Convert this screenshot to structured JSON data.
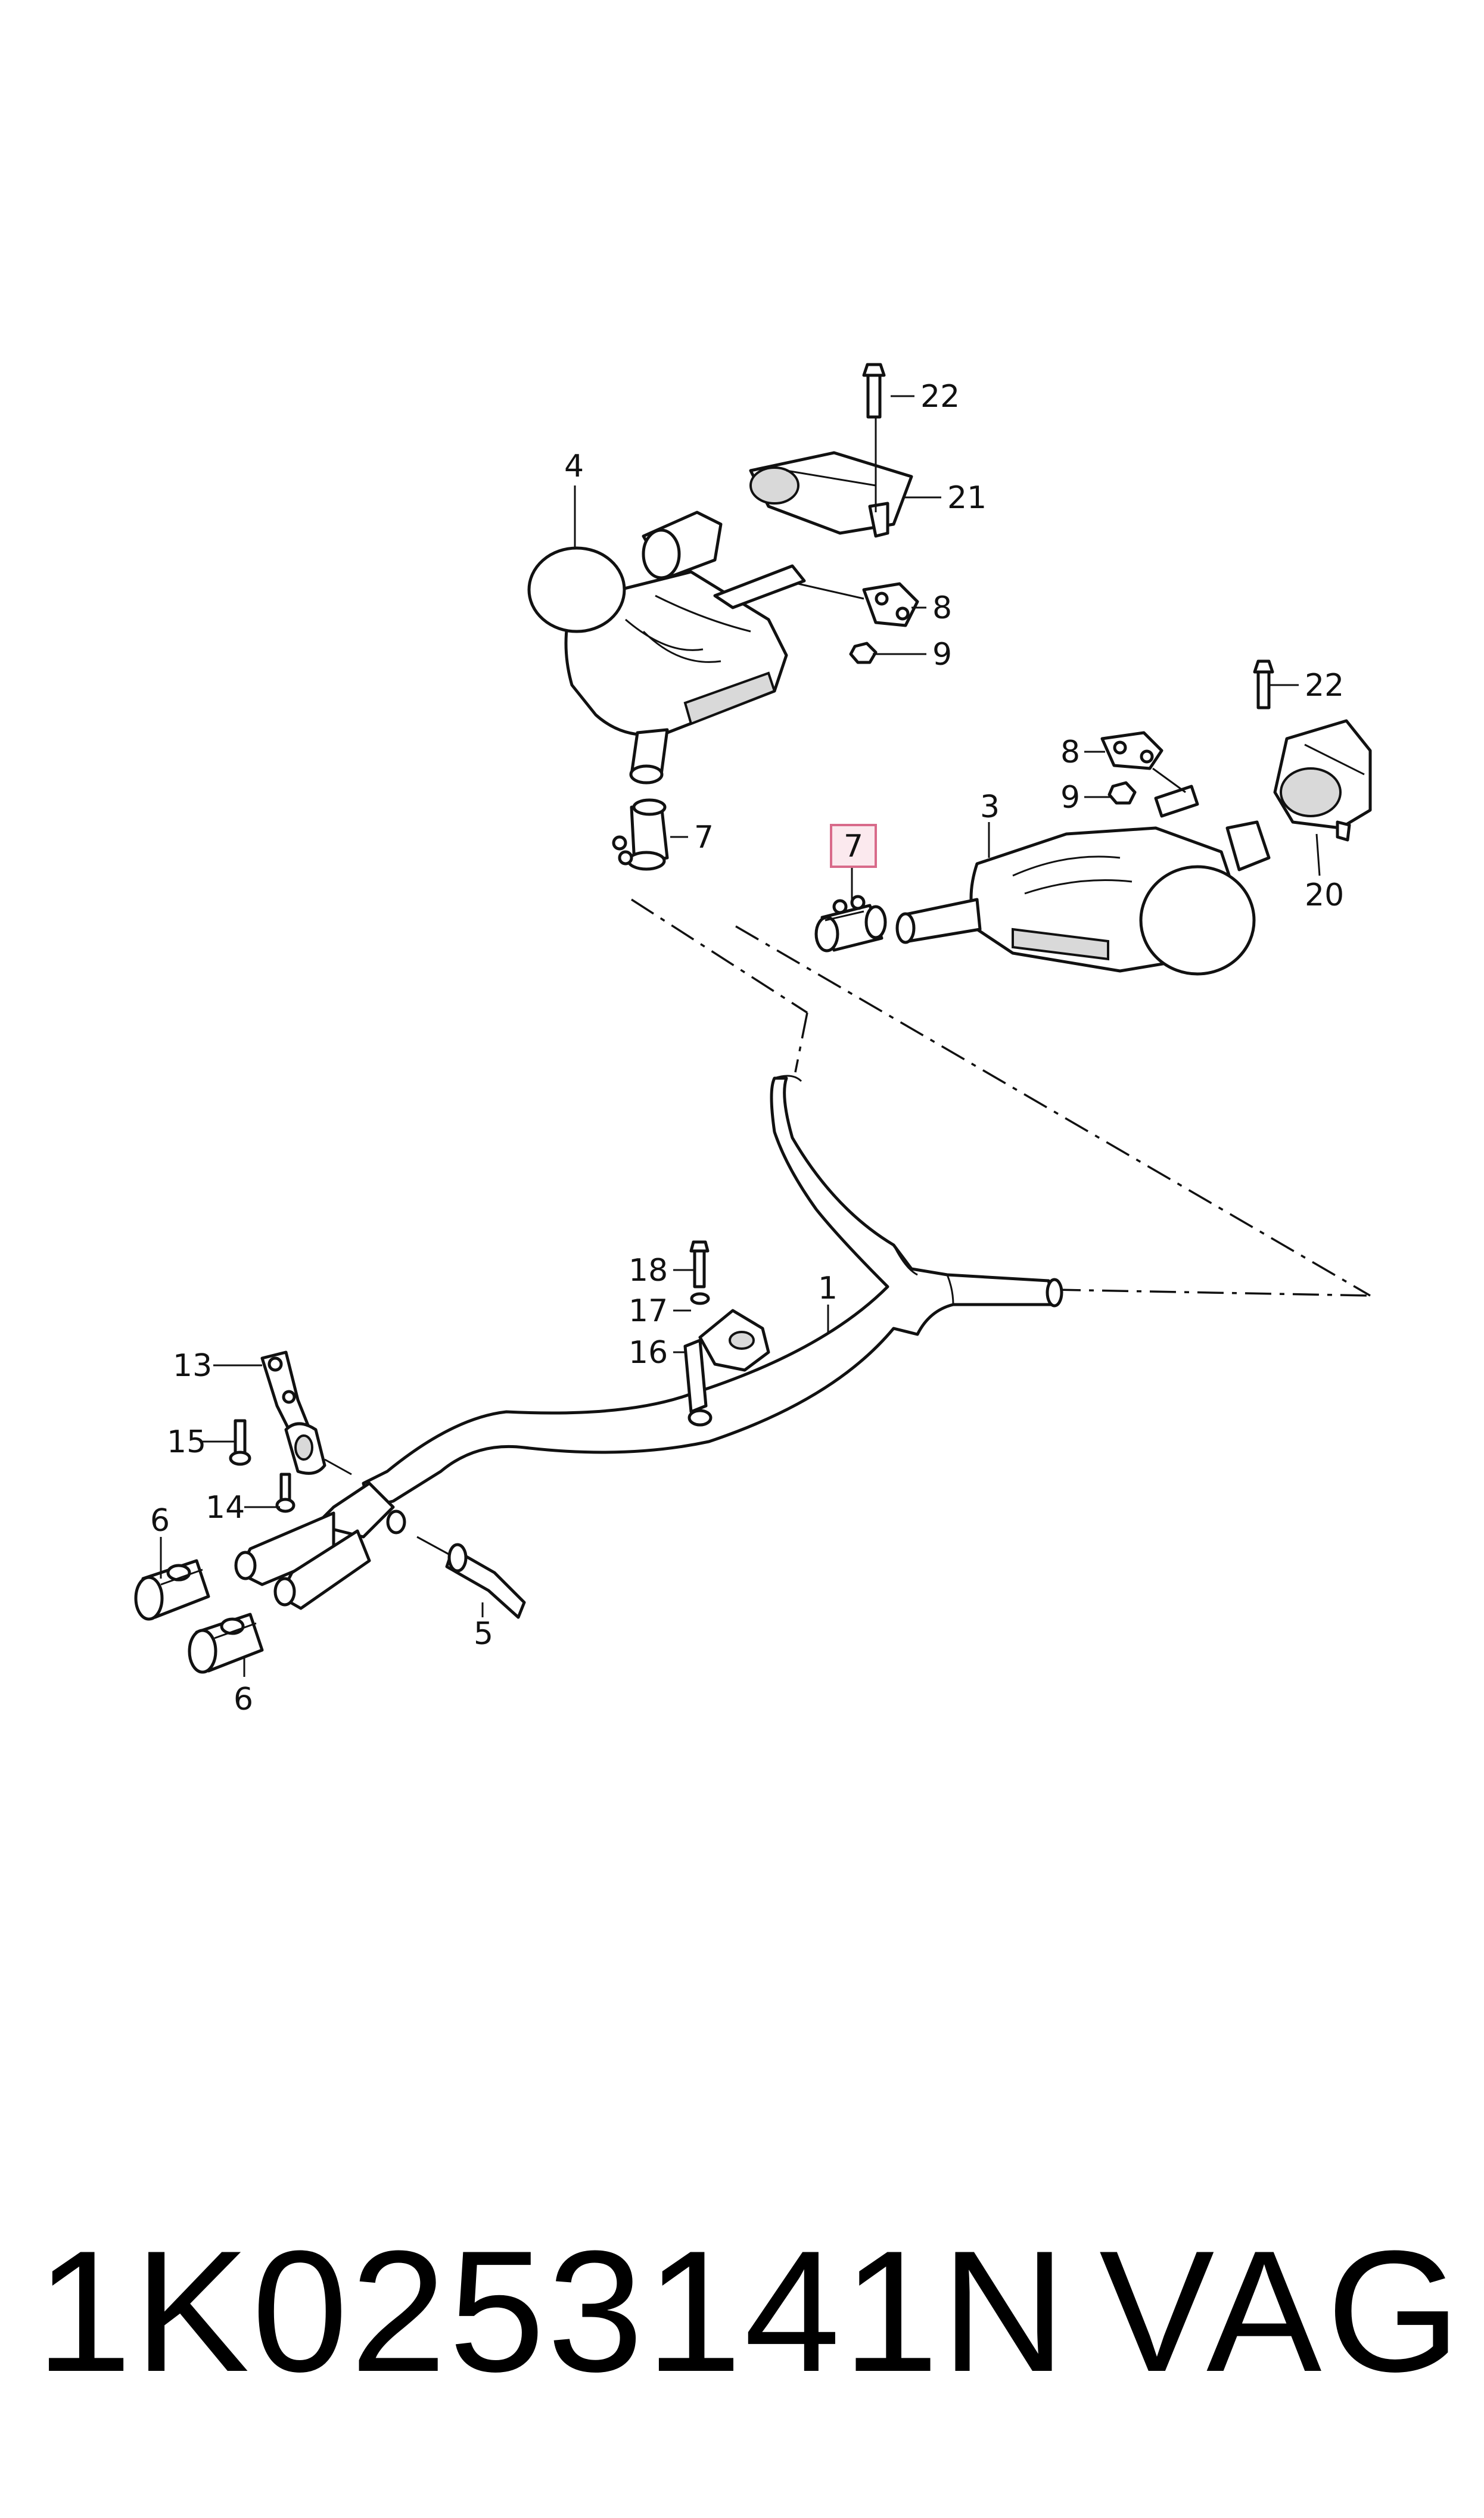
{
  "diagram": {
    "callouts": {
      "c1": "1",
      "c3": "3",
      "c4": "4",
      "c5": "5",
      "c6a": "6",
      "c6b": "6",
      "c7a": "7",
      "c7b": "7",
      "c8a": "8",
      "c8b": "8",
      "c9a": "9",
      "c9b": "9",
      "c13": "13",
      "c14": "14",
      "c15": "15",
      "c16": "16",
      "c17": "17",
      "c18": "18",
      "c20": "20",
      "c21": "21",
      "c22a": "22",
      "c22b": "22"
    },
    "highlight_color": "#d86a8a"
  },
  "footer": {
    "part_number": "1K0253141N",
    "brand": "VAG"
  }
}
